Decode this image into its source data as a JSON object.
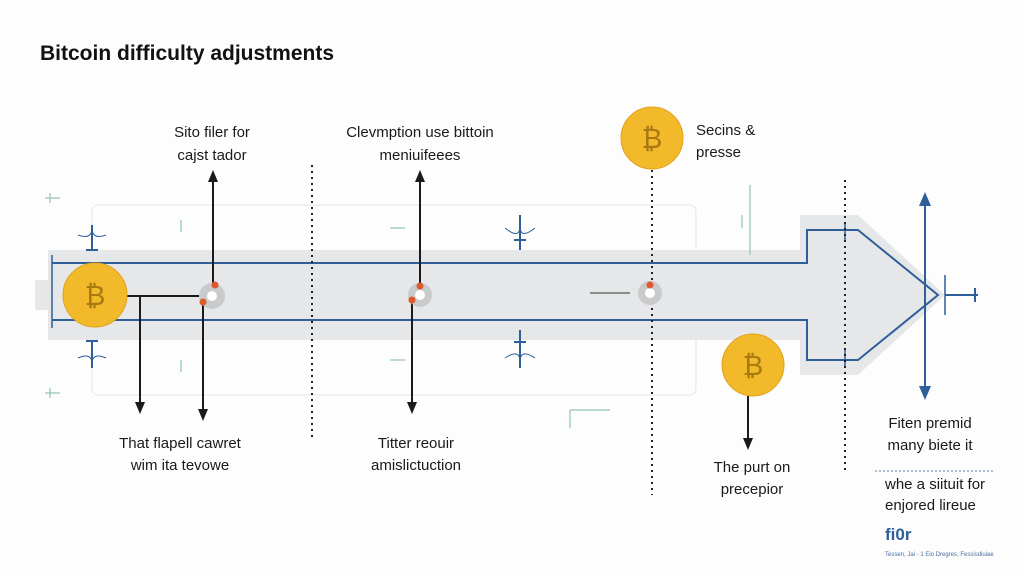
{
  "title": "Bitcoin difficulty adjustments",
  "labels": {
    "top1": [
      "Sito filer for",
      "cajst tador"
    ],
    "top2": [
      "Clevmption use bittoin",
      "meniuifeees"
    ],
    "top3": [
      "Secins &",
      "presse"
    ],
    "bottom1": [
      "That flapell cawret",
      "wim ita tevowe"
    ],
    "bottom2": [
      "Titter reouir",
      "amislictuction"
    ],
    "bottom3": [
      "The purt on",
      "precepior"
    ],
    "right1": [
      "Fiten premid",
      "many biete it"
    ],
    "right2": [
      "whe a siituit for",
      "enjored lireue"
    ]
  },
  "logo": {
    "text": "fi0r",
    "caption": "Tessen, Jai - 1 Eio Dregres, Fessisdiuiae"
  },
  "coin_symbol": "₿",
  "colors": {
    "coin": "#f2b92a",
    "coin_edge": "#e0a21c",
    "band": "#e6e7e8",
    "line_blue": "#2f5f99",
    "node_red": "#e0572e"
  }
}
